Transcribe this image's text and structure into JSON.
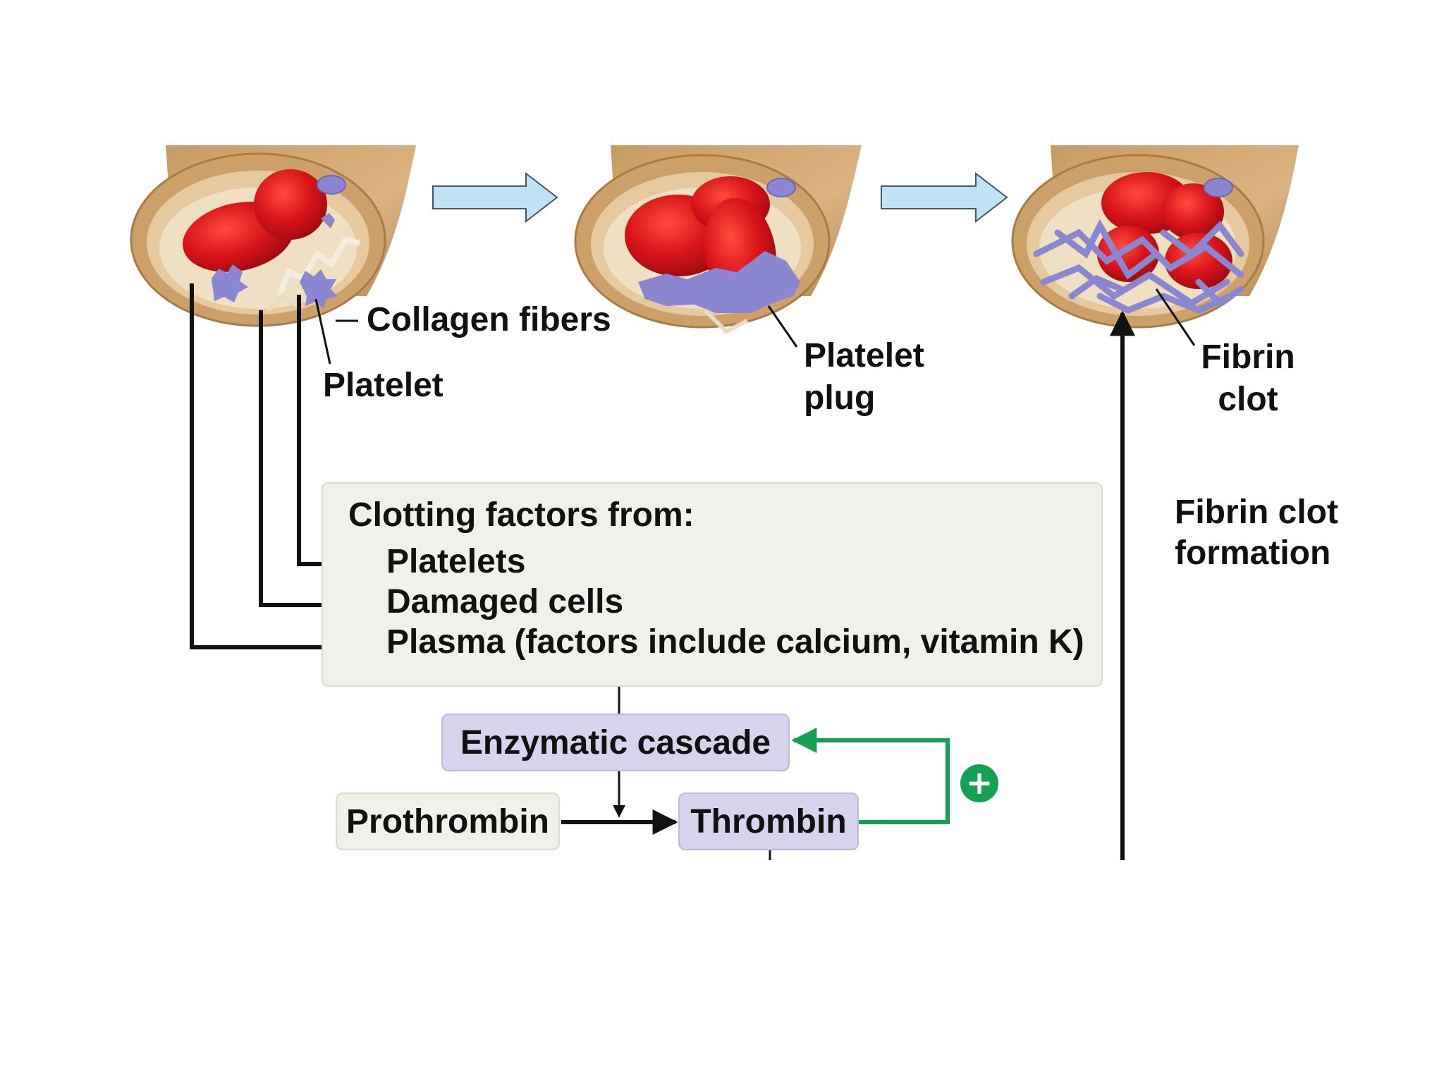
{
  "labels": {
    "collagen_fibers": "Collagen fibers",
    "platelet": "Platelet",
    "platelet_plug_line1": "Platelet",
    "platelet_plug_line2": "plug",
    "fibrin_clot_line1": "Fibrin",
    "fibrin_clot_line2": "clot",
    "fibrin_formation_line1": "Fibrin clot",
    "fibrin_formation_line2": "formation"
  },
  "clotting_box": {
    "title": "Clotting factors from:",
    "items": [
      "Platelets",
      "Damaged cells",
      "Plasma (factors include calcium, vitamin K)"
    ]
  },
  "nodes": {
    "enzymatic_cascade": "Enzymatic cascade",
    "prothrombin": "Prothrombin",
    "thrombin": "Thrombin",
    "feedback_sign": "+"
  },
  "colors": {
    "vessel_wall": "#d9b27f",
    "red_cell": "#d8141a",
    "platelet": "#8b86d0",
    "process_arrow": "#bfe3f5",
    "feedback": "#14a052",
    "box_fill": "#f1f0ea",
    "node_fill": "#d6d4ec"
  }
}
